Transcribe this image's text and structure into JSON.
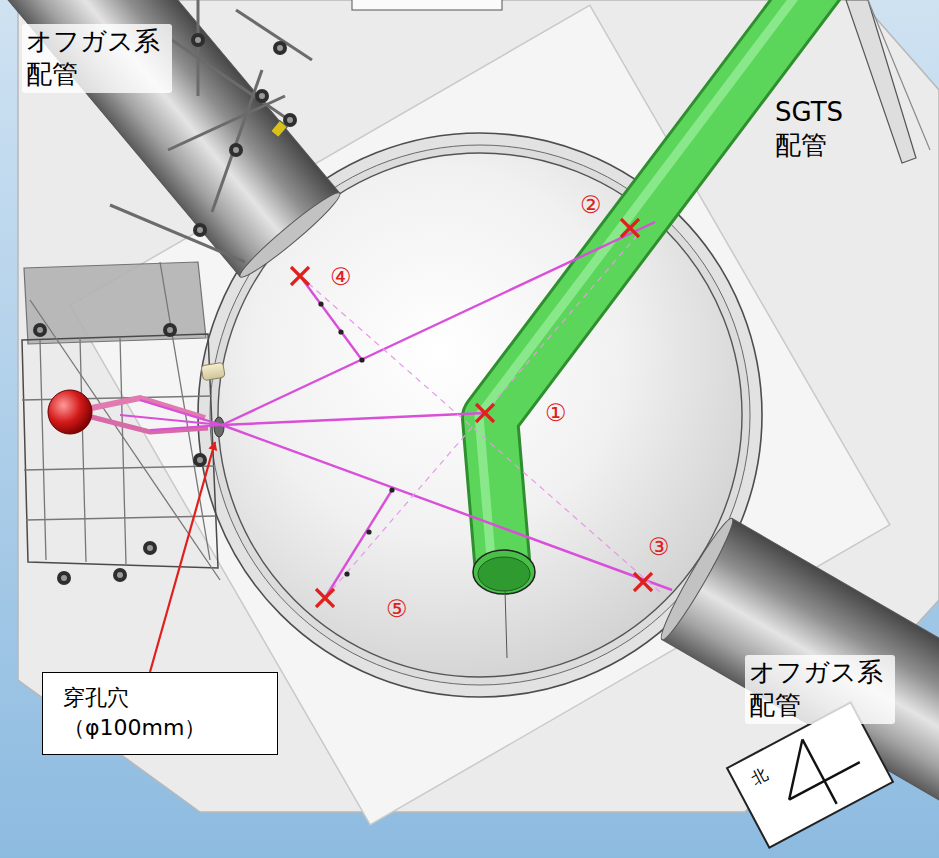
{
  "diagram": {
    "nodes": [
      {
        "text": [
          "穿孔穴 （φ100mm）"
        ]
      }
    ],
    "labels": [
      "オフガス系 配管",
      "SGTS 配管",
      "②",
      "④",
      "①",
      "③",
      "⑤",
      "オフガス系 配管",
      "北"
    ]
  }
}
